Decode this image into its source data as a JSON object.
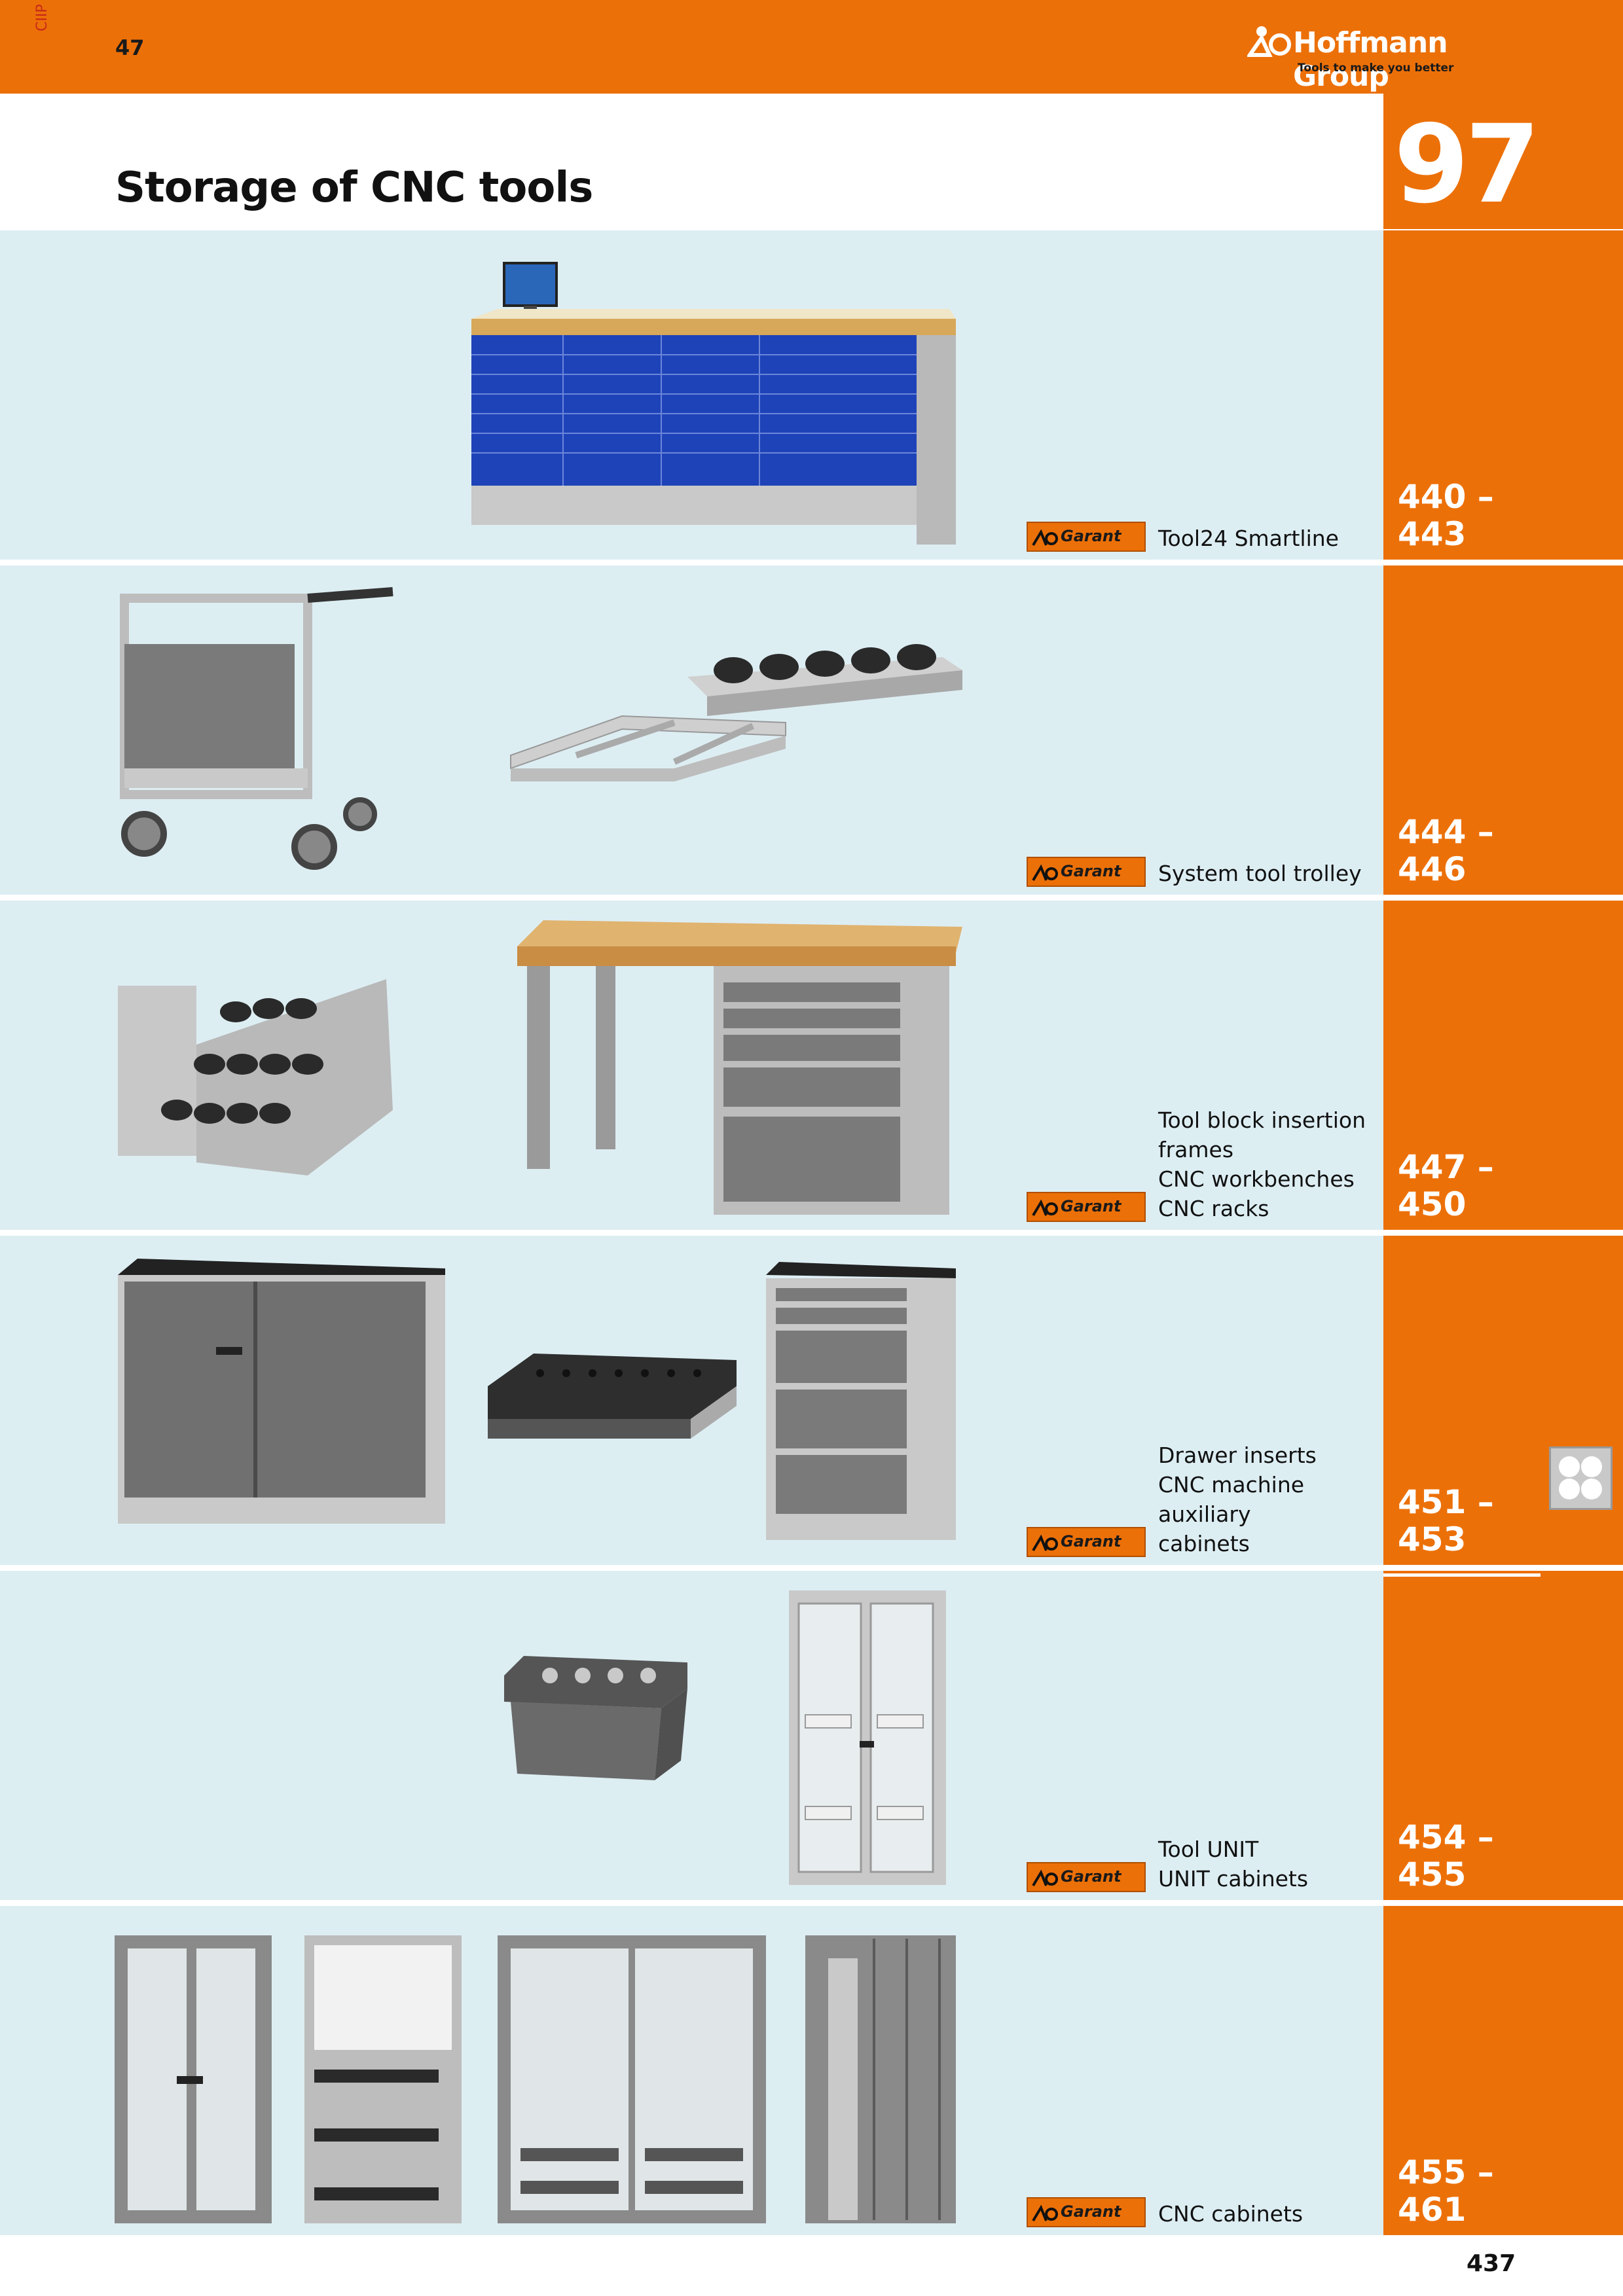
{
  "header": {
    "side_code": "CIIP",
    "top_number": "47",
    "brand_name": "Hoffmann Group",
    "brand_tagline": "Tools to make you better"
  },
  "title": "Storage of CNC tools",
  "chapter_number": "97",
  "brand_badge": "Garant",
  "rows": [
    {
      "labels": [
        "Tool24 Smartline"
      ],
      "pages": [
        "440 –",
        "443"
      ]
    },
    {
      "labels": [
        "System tool trolley"
      ],
      "pages": [
        "444 –",
        "446"
      ]
    },
    {
      "labels": [
        "Tool block insertion",
        "frames",
        "CNC workbenches",
        "CNC racks"
      ],
      "pages": [
        "447 –",
        "450"
      ]
    },
    {
      "labels": [
        "Drawer inserts",
        "CNC machine auxiliary",
        "cabinets"
      ],
      "pages": [
        "451 –",
        "453"
      ]
    },
    {
      "labels": [
        "Tool UNIT",
        "UNIT cabinets"
      ],
      "pages": [
        "454 –",
        "455"
      ]
    },
    {
      "labels": [
        "CNC cabinets"
      ],
      "pages": [
        "455 –",
        "461"
      ]
    }
  ],
  "index_tab": "97",
  "page_number": "437",
  "colors": {
    "accent": "#ec7008",
    "row_bg": "#ddeef3",
    "drawer_blue": "#1e43b8",
    "cabinet_grey": "#7a7a7a"
  }
}
